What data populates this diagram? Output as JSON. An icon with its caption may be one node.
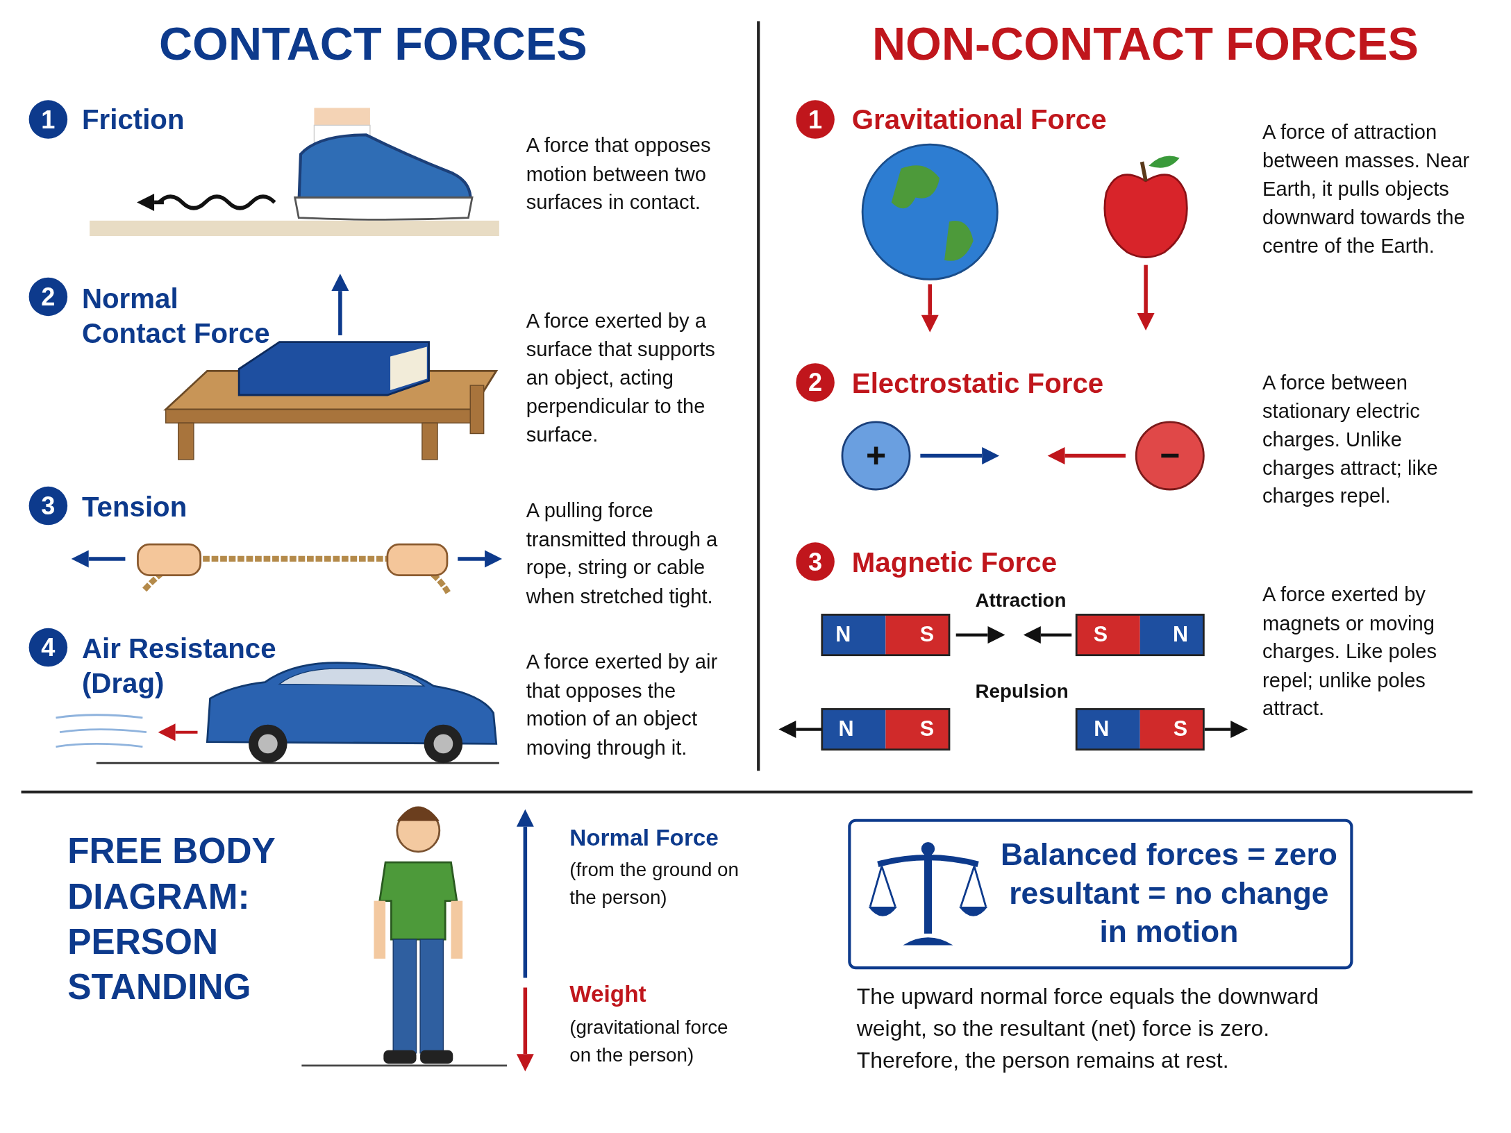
{
  "diagram": {
    "nodes": [
      {
        "text": [
          "Balanced forces = zero resultant = no change in motion"
        ]
      }
    ],
    "labels": [
      "CONTACT FORCES",
      "NON-CONTACT FORCES",
      "1",
      "Friction",
      "A force that opposes motion between two surfaces in contact.",
      "1",
      "Gravitational Force",
      "A force of attraction between masses. Near Earth, it pulls objects downward towards the centre of the Earth.",
      "2",
      "Normal Contact Force",
      "A force exerted by a surface that supports an object, acting perpendicular to the surface.",
      "2",
      "Electrostatic Force",
      "+",
      "−",
      "A force between stationary electric charges. Unlike charges attract; like charges repel.",
      "3",
      "Tension",
      "A pulling force transmitted through a rope, string or cable when stretched tight.",
      "3",
      "Magnetic Force",
      "Attraction",
      "N",
      "S",
      "S",
      "N",
      "A force exerted by magnets or moving charges. Like poles repel; unlike poles attract.",
      "4",
      "Air Resistance (Drag)",
      "A force exerted by air that opposes the motion of an object moving through it.",
      "Repulsion",
      "N",
      "S",
      "N",
      "S",
      "FREE BODY DIAGRAM: PERSON STANDING",
      "Normal Force",
      "(from the ground on the person)",
      "Weight",
      "(gravitational force on the person)",
      "The upward normal force equals the downward weight, so the resultant (net) force is zero. Therefore, the person remains at rest."
    ]
  }
}
